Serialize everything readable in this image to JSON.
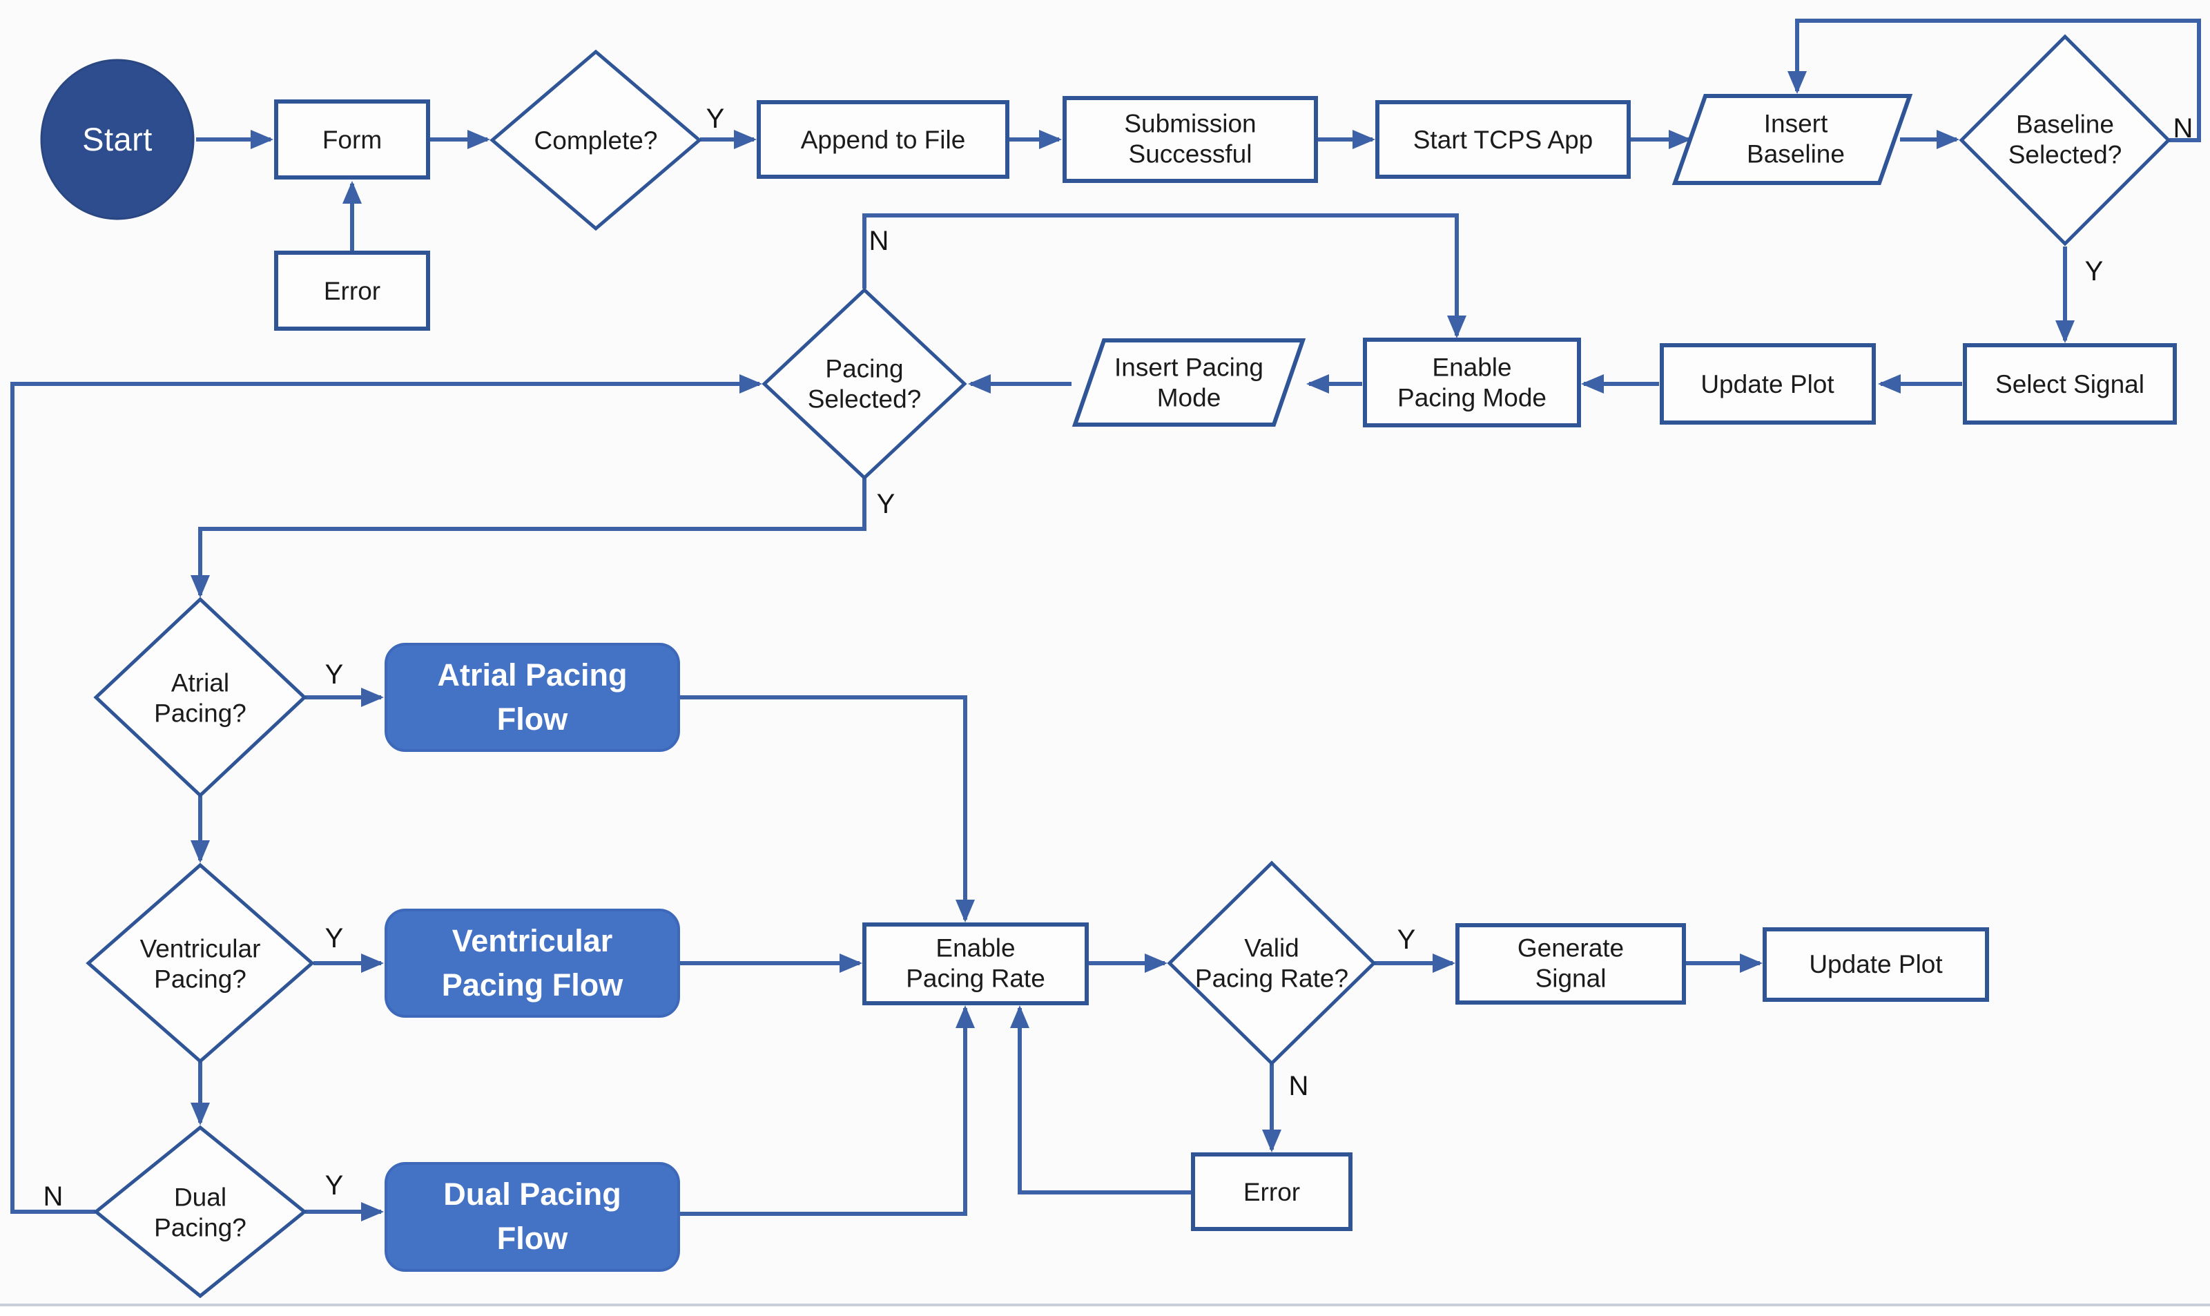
{
  "diagram": {
    "type": "flowchart",
    "colors": {
      "background": "#fbfbfc",
      "node_border": "#2F5597",
      "connector": "#3C61A6",
      "process_fill": "#fdfdfe",
      "accent_fill": "#4472C4",
      "accent_border": "#3E69BA",
      "start_fill": "#2E4D8E",
      "text": "#1b1b1b",
      "accent_text": "#ffffff",
      "separator": "#c9cfda"
    }
  },
  "nodes": {
    "start": {
      "type": "start",
      "label": "Start"
    },
    "form": {
      "type": "process",
      "label": "Form"
    },
    "form_error": {
      "type": "process",
      "label": "Error"
    },
    "complete": {
      "type": "decision",
      "label": "Complete?"
    },
    "append_to_file": {
      "type": "process",
      "label": "Append to File"
    },
    "submission_successful": {
      "type": "process",
      "label": "Submission\nSuccessful"
    },
    "start_tcps_app": {
      "type": "process",
      "label": "Start TCPS App"
    },
    "insert_baseline": {
      "type": "input",
      "label": "Insert\nBaseline"
    },
    "baseline_selected": {
      "type": "decision",
      "label": "Baseline\nSelected?"
    },
    "select_signal": {
      "type": "process",
      "label": "Select Signal"
    },
    "update_plot_1": {
      "type": "process",
      "label": "Update Plot"
    },
    "enable_pacing_mode": {
      "type": "process",
      "label": "Enable\nPacing Mode"
    },
    "insert_pacing_mode": {
      "type": "input",
      "label": "Insert Pacing\nMode"
    },
    "pacing_selected": {
      "type": "decision",
      "label": "Pacing\nSelected?"
    },
    "atrial_pacing": {
      "type": "decision",
      "label": "Atrial\nPacing?"
    },
    "atrial_pacing_flow": {
      "type": "subprocess",
      "label": "Atrial Pacing\nFlow"
    },
    "ventricular_pacing": {
      "type": "decision",
      "label": "Ventricular\nPacing?"
    },
    "ventricular_pacing_flow": {
      "type": "subprocess",
      "label": "Ventricular\nPacing Flow"
    },
    "dual_pacing": {
      "type": "decision",
      "label": "Dual\nPacing?"
    },
    "dual_pacing_flow": {
      "type": "subprocess",
      "label": "Dual Pacing\nFlow"
    },
    "enable_pacing_rate": {
      "type": "process",
      "label": "Enable\nPacing Rate"
    },
    "valid_pacing_rate": {
      "type": "decision",
      "label": "Valid\nPacing Rate?"
    },
    "generate_signal": {
      "type": "process",
      "label": "Generate\nSignal"
    },
    "update_plot_2": {
      "type": "process",
      "label": "Update Plot"
    },
    "rate_error": {
      "type": "process",
      "label": "Error"
    }
  },
  "edge_labels": {
    "complete_yes": "Y",
    "baseline_no": "N",
    "baseline_yes": "Y",
    "pacing_no": "N",
    "pacing_yes": "Y",
    "atrial_yes": "Y",
    "ventricular_yes": "Y",
    "dual_yes": "Y",
    "dual_no": "N",
    "valid_yes": "Y",
    "valid_no": "N"
  },
  "edges": [
    {
      "from": "start",
      "to": "form",
      "label": ""
    },
    {
      "from": "form_error",
      "to": "form",
      "label": ""
    },
    {
      "from": "form",
      "to": "complete",
      "label": ""
    },
    {
      "from": "complete",
      "to": "append_to_file",
      "label": "Y"
    },
    {
      "from": "append_to_file",
      "to": "submission_successful",
      "label": ""
    },
    {
      "from": "submission_successful",
      "to": "start_tcps_app",
      "label": ""
    },
    {
      "from": "start_tcps_app",
      "to": "insert_baseline",
      "label": ""
    },
    {
      "from": "insert_baseline",
      "to": "baseline_selected",
      "label": ""
    },
    {
      "from": "baseline_selected",
      "to": "insert_baseline",
      "label": "N"
    },
    {
      "from": "baseline_selected",
      "to": "select_signal",
      "label": "Y"
    },
    {
      "from": "select_signal",
      "to": "update_plot_1",
      "label": ""
    },
    {
      "from": "update_plot_1",
      "to": "enable_pacing_mode",
      "label": ""
    },
    {
      "from": "enable_pacing_mode",
      "to": "insert_pacing_mode",
      "label": ""
    },
    {
      "from": "insert_pacing_mode",
      "to": "pacing_selected",
      "label": ""
    },
    {
      "from": "pacing_selected",
      "to": "enable_pacing_mode",
      "label": "N"
    },
    {
      "from": "pacing_selected",
      "to": "atrial_pacing",
      "label": "Y"
    },
    {
      "from": "atrial_pacing",
      "to": "atrial_pacing_flow",
      "label": "Y"
    },
    {
      "from": "atrial_pacing",
      "to": "ventricular_pacing",
      "label": ""
    },
    {
      "from": "ventricular_pacing",
      "to": "ventricular_pacing_flow",
      "label": "Y"
    },
    {
      "from": "ventricular_pacing",
      "to": "dual_pacing",
      "label": ""
    },
    {
      "from": "dual_pacing",
      "to": "dual_pacing_flow",
      "label": "Y"
    },
    {
      "from": "dual_pacing",
      "to": "pacing_selected",
      "label": "N"
    },
    {
      "from": "atrial_pacing_flow",
      "to": "enable_pacing_rate",
      "label": ""
    },
    {
      "from": "ventricular_pacing_flow",
      "to": "enable_pacing_rate",
      "label": ""
    },
    {
      "from": "dual_pacing_flow",
      "to": "enable_pacing_rate",
      "label": ""
    },
    {
      "from": "enable_pacing_rate",
      "to": "valid_pacing_rate",
      "label": ""
    },
    {
      "from": "valid_pacing_rate",
      "to": "generate_signal",
      "label": "Y"
    },
    {
      "from": "generate_signal",
      "to": "update_plot_2",
      "label": ""
    },
    {
      "from": "valid_pacing_rate",
      "to": "rate_error",
      "label": "N"
    },
    {
      "from": "rate_error",
      "to": "enable_pacing_rate",
      "label": ""
    }
  ]
}
